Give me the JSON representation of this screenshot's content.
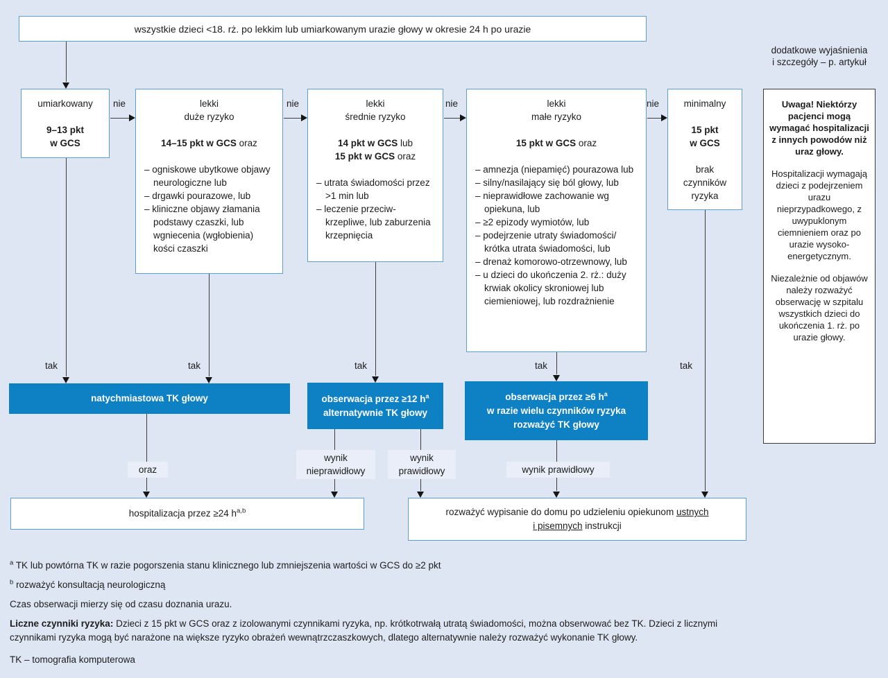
{
  "labels": {
    "nie": "nie",
    "tak": "tak",
    "oraz": "oraz",
    "result_abnormal": "wynik nieprawidłowy",
    "result_normal": "wynik prawidłowy"
  },
  "top_box": {
    "text": "wszystkie dzieci <18. rż. po lekkim lub umiarkowanym urazie głowy w okresie 24 h po urazie"
  },
  "side_note": {
    "line1": "dodatkowe wyjaśnienia",
    "line2": "i szczegóły – p. artykuł"
  },
  "decision_boxes": {
    "moderate": {
      "title": "umiarkowany",
      "score_line1": "9–13 pkt",
      "score_line2": "w GCS"
    },
    "mild_high": {
      "title_line1": "lekki",
      "title_line2": "duże ryzyko",
      "score_bold": "14–15 pkt w GCS",
      "score_tail": "oraz",
      "bullets": [
        "– ogniskowe ubytkowe objawy neurologiczne lub",
        "– drgawki pourazowe, lub",
        "– kliniczne objawy złamania podstawy czaszki, lub wgniecenia (wgłobienia) kości czaszki"
      ]
    },
    "mild_medium": {
      "title_line1": "lekki",
      "title_line2": "średnie ryzyko",
      "score1_bold": "14 pkt w GCS",
      "score1_tail": "lub",
      "score2_bold": "15 pkt w GCS",
      "score2_tail": "oraz",
      "bullets": [
        "– utrata świadomości przez >1 min lub",
        "– leczenie przeciw-krzepliwe, lub zaburzenia krzepnięcia"
      ]
    },
    "mild_low": {
      "title_line1": "lekki",
      "title_line2": "małe ryzyko",
      "score_bold": "15 pkt w GCS",
      "score_tail": "oraz",
      "bullets": [
        "– amnezja (niepamięć) pourazowa lub",
        "– silny/nasilający się ból głowy, lub",
        "– nieprawidłowe zachowanie wg opiekuna, lub",
        "– ≥2 epizody wymiotów, lub",
        "– podejrzenie utraty świadomości/ krótka utrata świadomości, lub",
        "– drenaż komorowo-otrzewnowy, lub",
        "– u dzieci do ukończenia 2. rż.: duży krwiak okolicy skroniowej lub ciemieniowej, lub rozdrażnienie"
      ]
    },
    "minimal": {
      "title": "minimalny",
      "score_line1": "15 pkt",
      "score_line2": "w GCS",
      "extra": "brak czynników ryzyka"
    }
  },
  "action_boxes": {
    "ct_immediate": {
      "text": "natychmiastowa TK głowy"
    },
    "obs12": {
      "line1": "obserwacja przez ≥12 h",
      "line1_sup": "a",
      "line2": "alternatywnie TK głowy"
    },
    "obs6": {
      "line1": "obserwacja przez ≥6 h",
      "line1_sup": "a",
      "line2": "w razie wielu czynników ryzyka",
      "line3": "rozważyć TK głowy"
    }
  },
  "outcome_boxes": {
    "hospitalization": {
      "text": "hospitalizacja przez ≥24 h",
      "sup": "a,b"
    },
    "discharge": {
      "pre": "rozważyć wypisanie do domu po udzieleniu opiekunom",
      "u1": "ustnych",
      "u2": "i pisemnych",
      "tail": "instrukcji"
    }
  },
  "sidebar": {
    "p1": "Uwaga! Niektórzy pacjenci mogą wymagać hospitalizacji z innych powodów niż uraz głowy.",
    "p2": "Hospitalizacji wymagają dzieci z podejrzeniem urazu nieprzypadkowego, z uwypuklonym ciemnieniem oraz po urazie wysoko-energetycznym.",
    "p3": "Niezależnie od objawów należy rozważyć obserwację w szpitalu wszystkich dzieci do ukończenia 1. rż. po urazie głowy."
  },
  "footnotes": {
    "a_marker": "a",
    "a_text": "TK lub powtórna TK w razie pogorszenia stanu klinicznego lub zmniejszenia wartości w GCS do ≥2 pkt",
    "b_marker": "b",
    "b_text": "rozważyć konsultacją neurologiczną",
    "observation": "Czas obserwacji mierzy się od czasu doznania urazu.",
    "risk_bold": "Liczne czynniki ryzyka:",
    "risk_text": "Dzieci z 15 pkt w GCS oraz z izolowanymi czynnikami ryzyka, np. krótkotrwałą utratą świadomości, można obserwować bez TK. Dzieci z licznymi czynnikami ryzyka mogą być narażone na większe ryzyko obrażeń wewnątrzczaszkowych, dlatego alternatywnie należy rozważyć wykonanie TK głowy.",
    "tk": "TK – tomografia komputerowa"
  },
  "colors": {
    "background": "#dee6f3",
    "box_border": "#5c9fd0",
    "action_blue": "#0e81c4",
    "label_bg": "#e9eef8"
  }
}
